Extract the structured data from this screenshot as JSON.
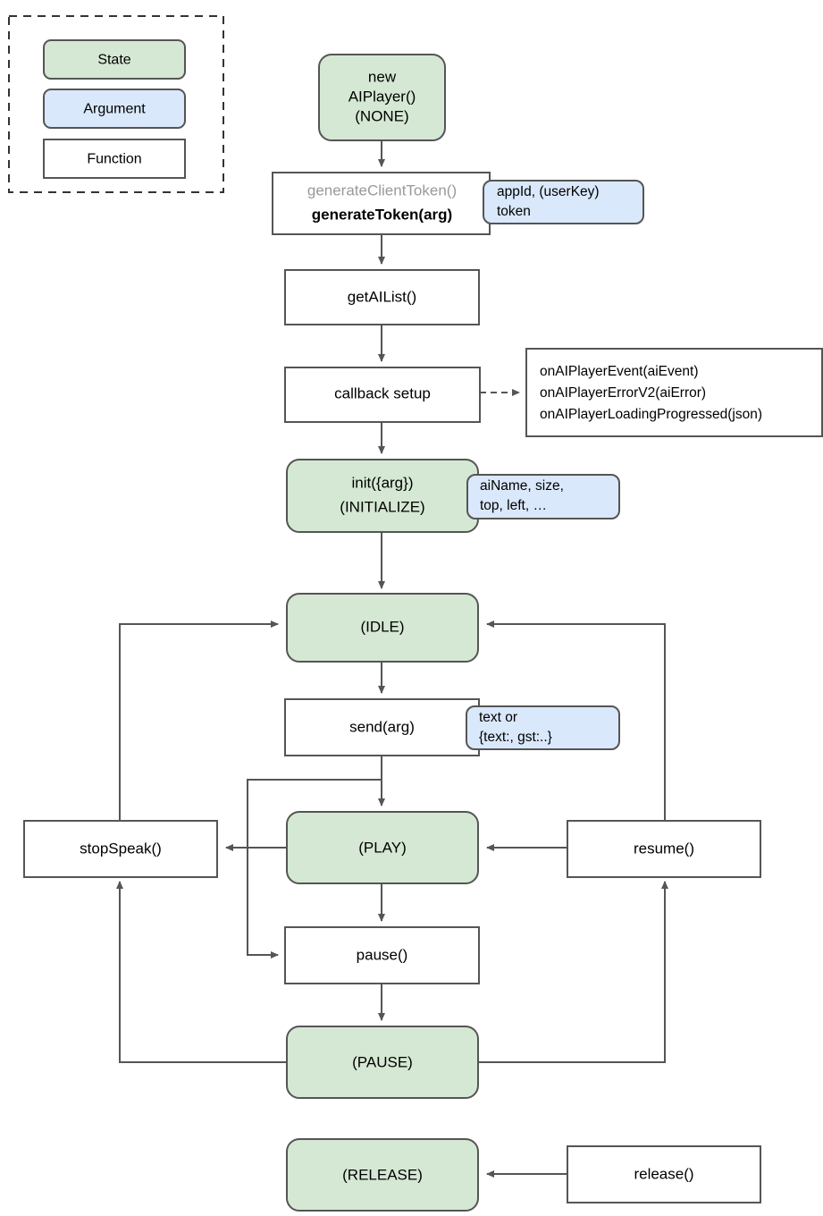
{
  "legend": {
    "items": [
      {
        "label": "State",
        "kind": "state"
      },
      {
        "label": "Argument",
        "kind": "argument"
      },
      {
        "label": "Function",
        "kind": "function"
      }
    ]
  },
  "colors": {
    "state_fill": "#d5e8d4",
    "argument_fill": "#dae8fc",
    "function_fill": "#ffffff",
    "stroke": "#555555",
    "deprecated_text": "#999999",
    "text": "#000000"
  },
  "nodes": {
    "new_aiplayer": {
      "kind": "state",
      "line1": "new",
      "line2": "AIPlayer()",
      "line3": "(NONE)"
    },
    "generate_token": {
      "kind": "function",
      "line1": "generateClientToken()",
      "line2": "generateToken(arg)"
    },
    "get_ai_list": {
      "kind": "function",
      "label": "getAIList()"
    },
    "callback_setup": {
      "kind": "function",
      "label": "callback setup"
    },
    "callbacks_list": {
      "kind": "function",
      "lines": [
        "onAIPlayerEvent(aiEvent)",
        "onAIPlayerErrorV2(aiError)",
        "onAIPlayerLoadingProgressed(json)"
      ]
    },
    "init": {
      "kind": "state",
      "line1": "init({arg})",
      "line2": "(INITIALIZE)"
    },
    "idle": {
      "kind": "state",
      "label": "(IDLE)"
    },
    "send": {
      "kind": "function",
      "label": "send(arg)"
    },
    "stop_speak": {
      "kind": "function",
      "label": "stopSpeak()"
    },
    "play": {
      "kind": "state",
      "label": "(PLAY)"
    },
    "resume": {
      "kind": "function",
      "label": "resume()"
    },
    "pause": {
      "kind": "function",
      "label": "pause()"
    },
    "pause_state": {
      "kind": "state",
      "label": "(PAUSE)"
    },
    "release_state": {
      "kind": "state",
      "label": "(RELEASE)"
    },
    "release": {
      "kind": "function",
      "label": "release()"
    }
  },
  "arguments": {
    "token_args": {
      "line1": "appId, (userKey)",
      "line2": "token"
    },
    "init_args": {
      "line1": "aiName, size,",
      "line2": "top, left, …"
    },
    "send_args": {
      "line1": "text or",
      "line2": "{text:, gst:..}"
    }
  }
}
